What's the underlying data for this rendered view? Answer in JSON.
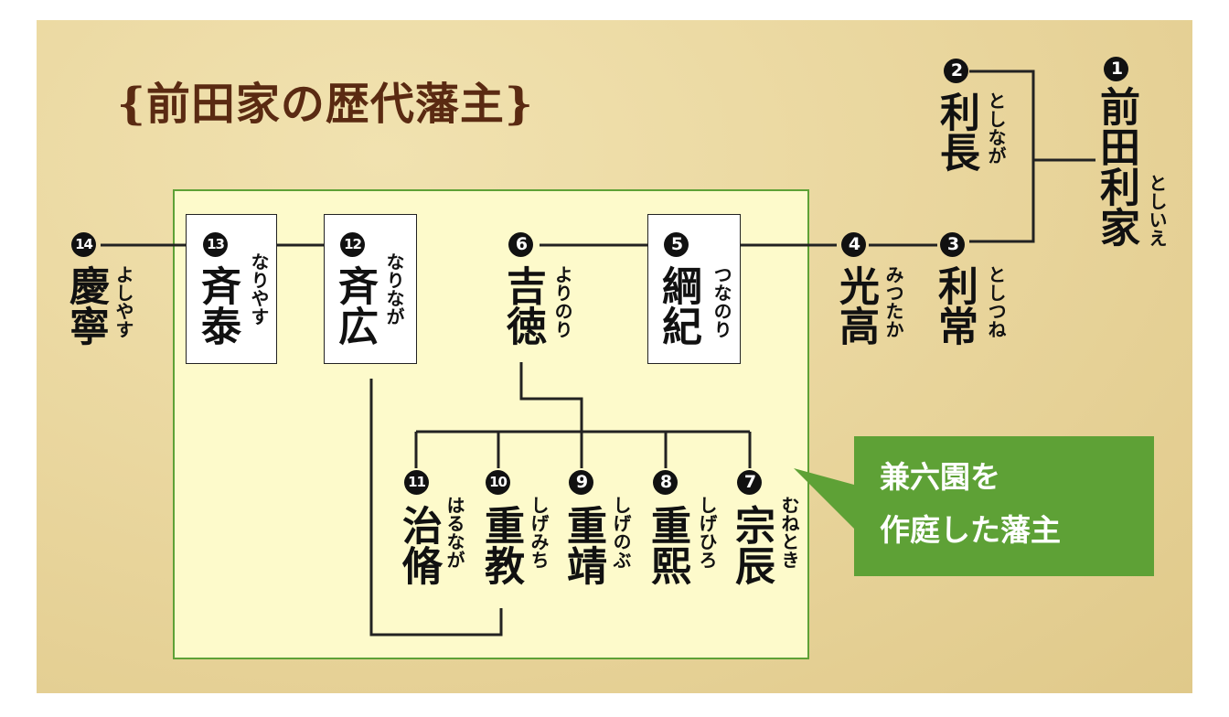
{
  "title": "{前田家の歴代藩主}",
  "callout": {
    "line1": "兼六園を",
    "line2": "作庭した藩主"
  },
  "colors": {
    "background": "#ead79f",
    "highlight_area": "#fdfacb",
    "highlight_border": "#5ea136",
    "callout": "#5ea136",
    "title": "#5a2a12"
  },
  "lords": [
    {
      "id": "1",
      "num": "1",
      "name": "前田利家",
      "reading": "としいえ"
    },
    {
      "id": "2",
      "num": "2",
      "name": "利長",
      "reading": "としなが"
    },
    {
      "id": "3",
      "num": "3",
      "name": "利常",
      "reading": "としつね"
    },
    {
      "id": "4",
      "num": "4",
      "name": "光高",
      "reading": "みつたか"
    },
    {
      "id": "5",
      "num": "5",
      "name": "綱紀",
      "reading": "つなのり"
    },
    {
      "id": "6",
      "num": "6",
      "name": "吉徳",
      "reading": "よりのり"
    },
    {
      "id": "7",
      "num": "7",
      "name": "宗辰",
      "reading": "むねとき"
    },
    {
      "id": "8",
      "num": "8",
      "name": "重熙",
      "reading": "しげひろ"
    },
    {
      "id": "9",
      "num": "9",
      "name": "重靖",
      "reading": "しげのぶ"
    },
    {
      "id": "10",
      "num": "10",
      "name": "重教",
      "reading": "しげみち"
    },
    {
      "id": "11",
      "num": "11",
      "name": "治脩",
      "reading": "はるなが"
    },
    {
      "id": "12",
      "num": "12",
      "name": "斉広",
      "reading": "なりなが"
    },
    {
      "id": "13",
      "num": "13",
      "name": "斉泰",
      "reading": "なりやす"
    },
    {
      "id": "14",
      "num": "14",
      "name": "慶寧",
      "reading": "よしやす"
    }
  ]
}
